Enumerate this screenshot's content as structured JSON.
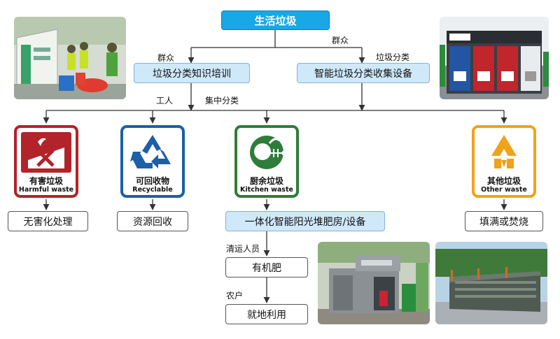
{
  "root": {
    "label": "生活垃圾"
  },
  "left_branch": {
    "edge_top": "群众",
    "node": "垃圾分类知识培训",
    "edge_worker": "工人"
  },
  "right_branch": {
    "edge_top": "群众",
    "edge_sort": "垃圾分类",
    "node": "智能垃圾分类收集设备"
  },
  "centralized_label": "集中分类",
  "categories": [
    {
      "cn": "有害垃圾",
      "en": "Harmful waste",
      "color": "#b2232a",
      "icon": "battery-mercury-icon",
      "result": "无害化处理"
    },
    {
      "cn": "可回收物",
      "en": "Recyclable",
      "color": "#1d5fa8",
      "icon": "recycle-icon",
      "result": "资源回收"
    },
    {
      "cn": "厨余垃圾",
      "en": "Kitchen waste",
      "color": "#2e7d3a",
      "icon": "fish-bone-icon",
      "result": "一体化智能阳光堆肥房/设备"
    },
    {
      "cn": "其他垃圾",
      "en": "Other waste",
      "color": "#f0a21a",
      "icon": "other-waste-icon",
      "result": "填满或焚烧"
    }
  ],
  "compost_chain": {
    "edge1": "清运人员",
    "node1": "有机肥",
    "edge2": "农户",
    "node2": "就地利用"
  },
  "photos": [
    "training-photo",
    "smart-bin-photo",
    "compost-house-photo",
    "compost-facility-photo"
  ],
  "colors": {
    "root_fill": "#18a8e6",
    "node_fill": "#cfe8fa",
    "line": "#333333"
  }
}
